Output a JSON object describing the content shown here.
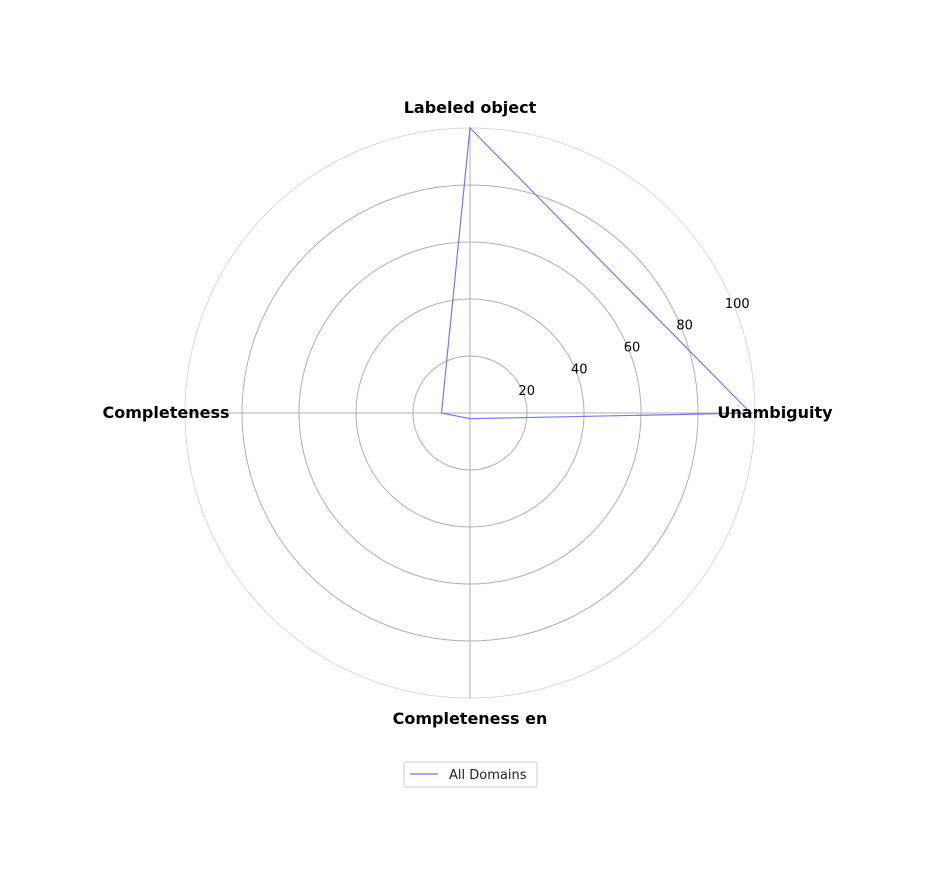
{
  "chart_data": {
    "type": "radar",
    "axes": [
      "Labeled object",
      "Unambiguity",
      "Completeness en",
      "Completeness"
    ],
    "rlim": [
      0,
      100
    ],
    "rticks": [
      "20",
      "40",
      "60",
      "80",
      "100"
    ],
    "rtick_values": [
      20,
      40,
      60,
      80,
      100
    ],
    "grid": true,
    "legend_placement": "bottom-center",
    "series": [
      {
        "name": "All Domains",
        "values": [
          100,
          98.5,
          2,
          10
        ],
        "color": "#7777ee"
      }
    ]
  }
}
